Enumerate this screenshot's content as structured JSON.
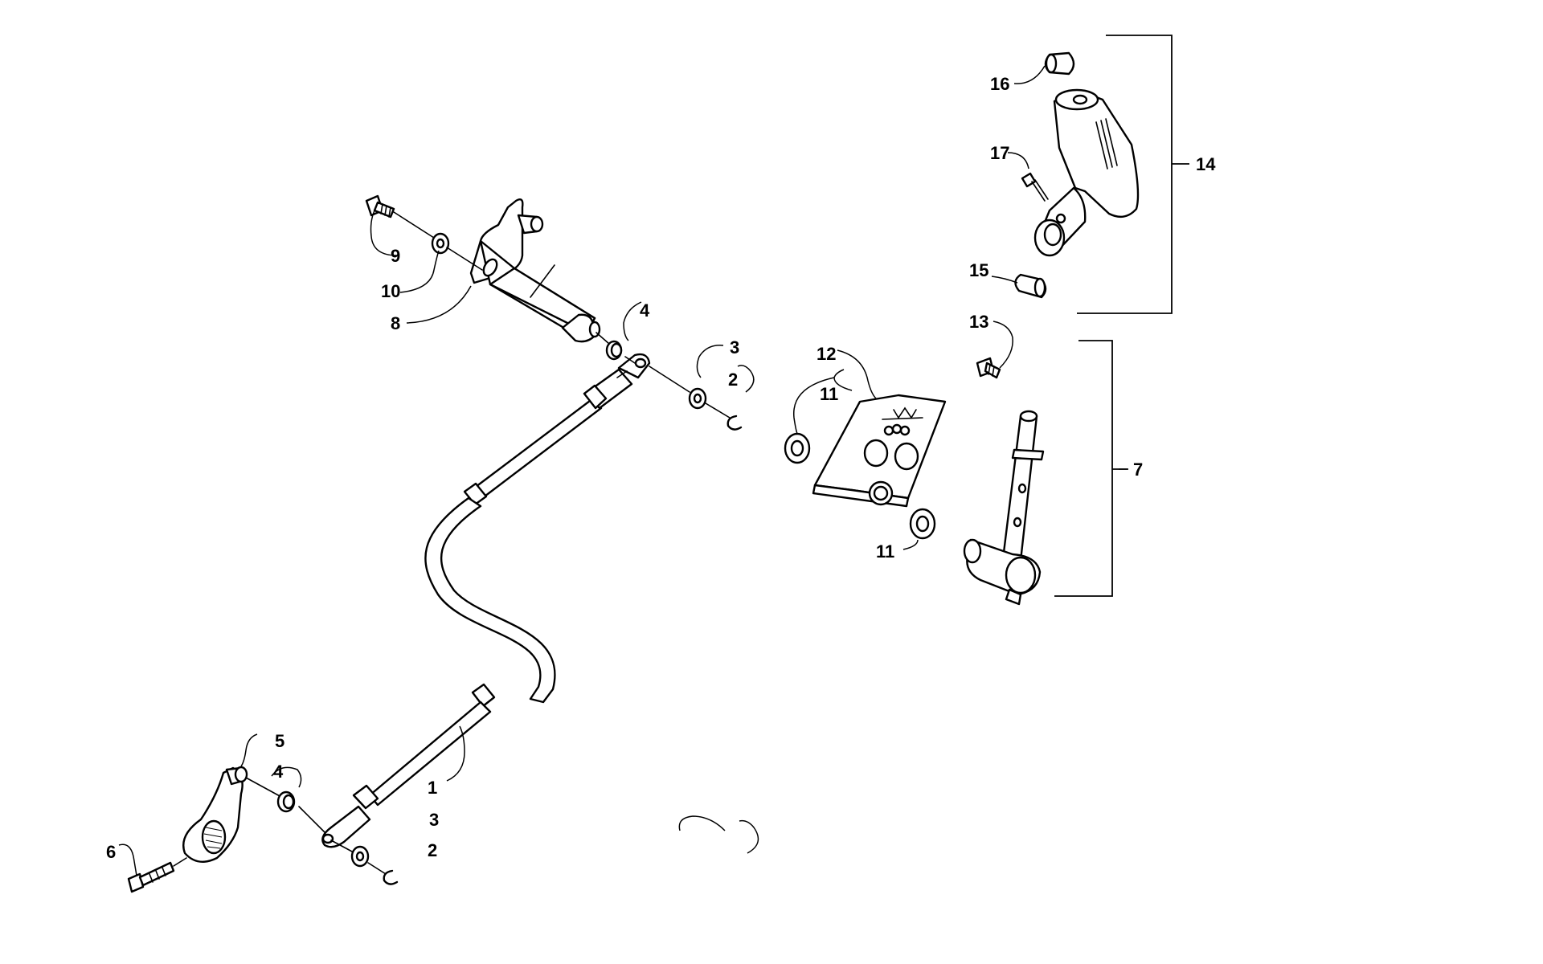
{
  "callouts": {
    "c1": "1",
    "c2a": "2",
    "c2b": "2",
    "c3a": "3",
    "c3b": "3",
    "c4a": "4",
    "c4b": "4",
    "c5": "5",
    "c6": "6",
    "c7": "7",
    "c8": "8",
    "c9": "9",
    "c10": "10",
    "c11a": "11",
    "c11b": "11",
    "c12": "12",
    "c13": "13",
    "c14": "14",
    "c15": "15",
    "c16": "16",
    "c17": "17"
  }
}
